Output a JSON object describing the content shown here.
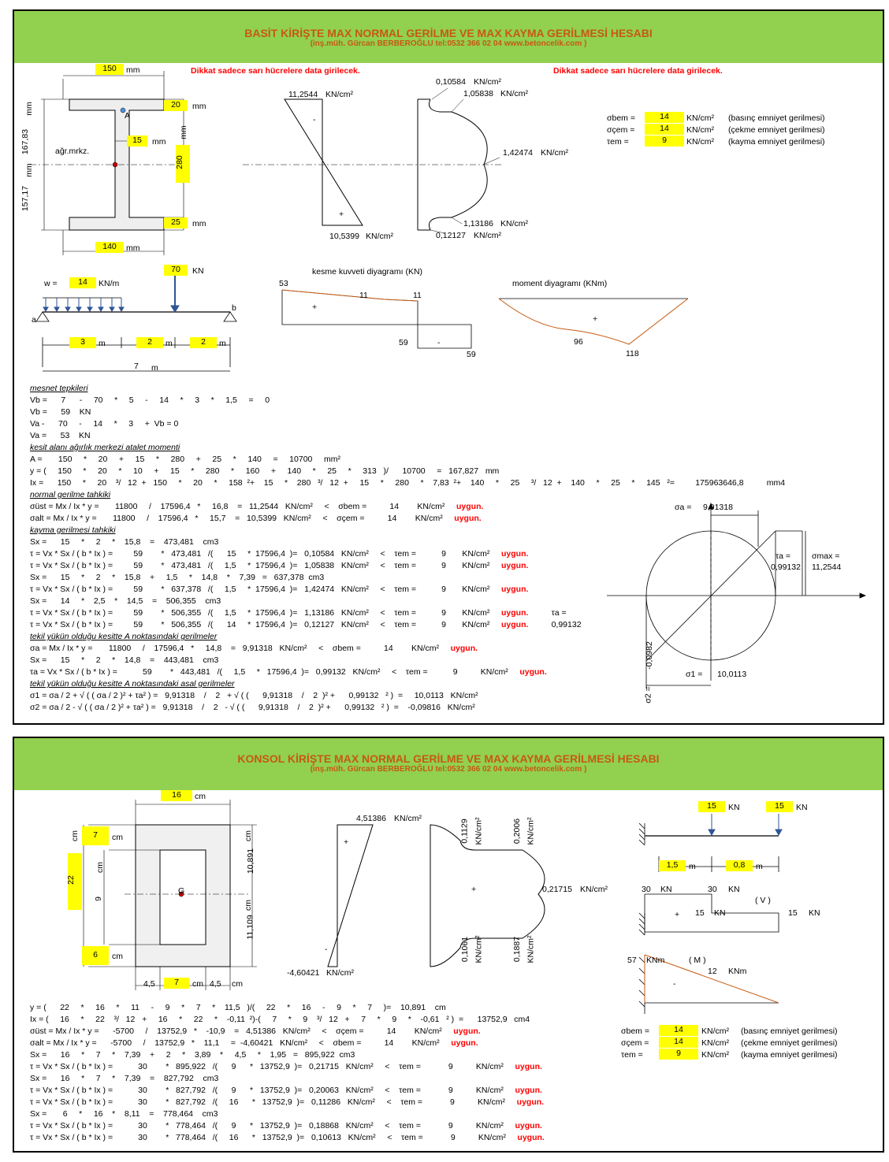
{
  "p1": {
    "title": "BASİT KİRİŞTE MAX NORMAL GERİLME VE MAX KAYMA GERİLMESİ HESABI",
    "subtitle": "(inş.müh. Gürcan BERBEROĞLU tel:0532 366 02 04    www.betoncelik.com )",
    "warning_left": "Dikkat sadece sarı hücrelere data girilecek.",
    "warning_right": "Dikkat sadece sarı hücrelere data girilecek.",
    "sec": {
      "top_w": "150",
      "mm1": "mm",
      "top_t": "20",
      "mm2": "mm",
      "web_t": "15",
      "mm3": "mm",
      "h": "280",
      "mm4": "mm",
      "bot_t": "25",
      "mm5": "mm",
      "bot_w": "140",
      "mm6": "mm",
      "y_top": "167,83",
      "y_bot": "157,17",
      "mmv1": "mm",
      "mmv2": "mm",
      "agr": "ağr.mrkz.",
      "A": "A"
    },
    "sig": {
      "top": "11,2544",
      "u1": "KN/cm²",
      "bot": "10,5399",
      "u2": "KN/cm²",
      "minus": "-",
      "plus": "+"
    },
    "tau": {
      "t1": "0,10584",
      "u1": "KN/cm²",
      "t2": "1,05838",
      "u2": "KN/cm²",
      "t3": "1,42474",
      "u3": "KN/cm²",
      "t4": "1,13186",
      "u4": "KN/cm²",
      "t5": "0,12127",
      "u5": "KN/cm²"
    },
    "allow": {
      "l1": "σbem =",
      "v1": "14",
      "u1": "KN/cm²",
      "d1": "(basınç emniyet gerilmesi)",
      "l2": "σçem =",
      "v2": "14",
      "u2": "KN/cm²",
      "d2": "(çekme emniyet gerilmesi)",
      "l3": "τem =",
      "v3": "9",
      "u3": "KN/cm²",
      "d3": "(kayma emniyet gerilmesi)"
    },
    "beam": {
      "w_l": "w =",
      "w": "14",
      "w_u": "KN/m",
      "P": "70",
      "P_u": "KN",
      "a": "a",
      "b": "b",
      "d1": "3",
      "d2": "2",
      "d3": "2",
      "m": "m",
      "L": "7"
    },
    "shear": {
      "title": "kesme kuvveti diyagramı (KN)",
      "v1": "53",
      "v2": "11",
      "v3": "11",
      "v4": "59",
      "v5": "59",
      "plus": "+",
      "minus": "-"
    },
    "moment": {
      "title": "moment diyagramı (KNm)",
      "v1": "96",
      "v2": "118",
      "plus": "+"
    },
    "calc": [
      {
        "t": "mesnet tepkileri",
        "h": 1
      },
      {
        "t": "Vb =      7      -     70     *     5     -     14     *     3     *     1,5     =     0"
      },
      {
        "t": "Vb =      59    KN"
      },
      {
        "t": "Va -      70     -     14     *     3     +  Vb = 0"
      },
      {
        "t": "Va =      53    KN"
      },
      {
        "t": "kesit alanı ağırlık merkezi atalet momenti",
        "h": 1
      },
      {
        "t": "A =       150     *     20     +     15     *     280     +     25     *     140     =     10700     mm²"
      },
      {
        "t": "y = (     150     *     20     *     10     +     15     *     280     *     160     +     140     *     25     *     313   )/      10700     =   167,827   mm"
      },
      {
        "t": "Ix =      150     *     20    ³/   12  +   150     *     20     *     158  ²+    15     *    280   ³/   12  +     15     *     280     *    7,83  ²+    140     *     25     ³/   12  +    140     *     25     *     145   ²=         175963646,8          mm4"
      },
      {
        "t": "normal gerilme tahkiki",
        "h": 1
      },
      {
        "t": "σüst = Mx / Ix * y =       11800     /    17596,4   *     16,8    =   11,2544   KN/cm²     <    σbem =          14        KN/cm²",
        "ok": "uygun."
      },
      {
        "t": "σalt = Mx / Ix * y =       11800     /    17596,4   *     15,7    =   10,5399   KN/cm²     <    σçem =          14        KN/cm²",
        "ok": "uygun."
      },
      {
        "t": "kayma gerilmesi tahkiki",
        "h": 1
      },
      {
        "t": "Sx =      15     *     2     *    15,8    =    473,481    cm3"
      },
      {
        "t": "τ = Vx * Sx / ( b * Ix ) =         59        *   473,481   /(      15     *  17596,4  )=   0,10584   KN/cm²     <    τem =           9       KN/cm²",
        "ok": "uygun."
      },
      {
        "t": "τ = Vx * Sx / ( b * Ix ) =         59        *   473,481   /(     1,5     *  17596,4  )=   1,05838   KN/cm²     <    τem =           9       KN/cm²",
        "ok": "uygun."
      },
      {
        "t": "Sx =      15     *     2     *    15,8    +     1,5     *    14,8    *    7,39   =   637,378  cm3"
      },
      {
        "t": "τ = Vx * Sx / ( b * Ix ) =         59        *   637,378   /(     1,5     *  17596,4  )=   1,42474   KN/cm²     <    τem =           9       KN/cm²",
        "ok": "uygun."
      },
      {
        "t": "Sx =      14     *    2,5    *    14,5    =    506,355    cm3"
      },
      {
        "t": "τ = Vx * Sx / ( b * Ix ) =         59        *   506,355   /(     1,5     *  17596,4  )=   1,13186   KN/cm²     <    τem =           9       KN/cm²",
        "ok": "uygun.",
        "extra": "τa ="
      },
      {
        "t": "τ = Vx * Sx / ( b * Ix ) =         59        *   506,355   /(      14     *  17596,4  )=   0,12127   KN/cm²     <    τem =           9       KN/cm²",
        "ok": "uygun.",
        "extra": "0,99132"
      },
      {
        "t": "tekil yükün olduğu kesitte A noktasındaki gerilmeler",
        "h": 1
      },
      {
        "t": "σa = Mx / Ix * y =       11800     /    17596,4   *     14,8    =   9,91318   KN/cm²     <    σbem =          14        KN/cm²",
        "ok": "uygun."
      },
      {
        "t": "Sx =      15     *     2     *    14,8    =    443,481    cm3"
      },
      {
        "t": "τa = Vx * Sx / ( b * Ix ) =           59        *   443,481   /(     1,5     *   17596,4  )=   0,99132   KN/cm²     <    τem =           9          KN/cm²",
        "ok": "uygun."
      },
      {
        "t": "tekil yükün olduğu kesitte A noktasındaki asal gerilmeler",
        "h": 1
      },
      {
        "t": "σ1 = σa / 2 + √ ( ( σa / 2 )² + τa² ) =   9,91318    /    2   + √ ( (      9,91318    /    2  )² +      0,99132   ² )  =     10,0113   KN/cm²"
      },
      {
        "t": "σ2 = σa / 2 - √ ( ( σa / 2 )² + τa² ) =   9,91318    /    2   - √ ( (      9,91318    /    2  )² +      0,99132   ² )  =    -0,09816   KN/cm²"
      }
    ],
    "mohr": {
      "sa_l": "σa =",
      "sa": "9,91318",
      "ta_l": "τa =",
      "ta": "0,99132",
      "smax_l": "σmax =",
      "smax": "11,2544",
      "s1_l": "σ1 =",
      "s1": "10,0113",
      "s2_l": "σ2 =",
      "s2": "-0,0982"
    }
  },
  "p2": {
    "title": "KONSOL KİRİŞTE MAX NORMAL GERİLME VE MAX KAYMA GERİLMESİ HESABI",
    "subtitle": "(inş.müh. Gürcan BERBEROĞLU tel:0532 366 02 04    www.betoncelik.com )",
    "sec": {
      "w": "16",
      "cm": "cm",
      "t_top": "7",
      "h": "22",
      "hi": "9",
      "t_bot": "6",
      "y_top": "10,891",
      "y_bot": "11,109",
      "bl": "4,5",
      "bm": "7",
      "br": "4,5",
      "G": "G"
    },
    "sig": {
      "top": "4,51386",
      "u1": "KN/cm²",
      "bot": "-4,60421",
      "u2": "KN/cm²",
      "plus": "+",
      "minus": "-"
    },
    "tau": {
      "a": "0,1129",
      "b": "0,2006",
      "c": "0,21715",
      "cu": "KN/cm²",
      "d": "0,1061",
      "e": "0,1887",
      "u": "KN/cm²",
      "plus": "+"
    },
    "beam": {
      "P1": "15",
      "P2": "15",
      "kn": "KN",
      "d1": "1,5",
      "d2": "0,8",
      "m": "m"
    },
    "shear": {
      "v1": "30",
      "v2": "30",
      "v3": "15",
      "v4": "15",
      "kn": "KN",
      "label": "( V )",
      "plus": "+"
    },
    "moment": {
      "v1": "57",
      "v2": "12",
      "knm": "KNm",
      "label": "( M )",
      "minus": "-"
    },
    "allow": {
      "l1": "σbem =",
      "v1": "14",
      "u1": "KN/cm²",
      "d1": "(basınç emniyet gerilmesi)",
      "l2": "σçem =",
      "v2": "14",
      "u2": "KN/cm²",
      "d2": "(çekme emniyet gerilmesi)",
      "l3": "τem =",
      "v3": "9",
      "u3": "KN/cm²",
      "d3": "(kayma emniyet gerilmesi)"
    },
    "calc": [
      {
        "t": "y = (      22     *     16     *     11     -     9     *     7     *    11,5   )/(     22     *     16     -     9     *     7     )=    10,891    cm"
      },
      {
        "t": "Ix = (     16     *     22    ³/   12   +     16     *     22     *    -0,11  ²)-(     7     *     9    ³/   12   +     7     *     9     *    -0,61   ² )  =      13752,9   cm4"
      },
      {
        "t": "σüst = Mx / Ix * y =      -5700     /    13752,9   *    -10,9    =   4,51386   KN/cm²     <    σçem =          14        KN/cm²",
        "ok": "uygun."
      },
      {
        "t": "σalt = Mx / Ix * y =      -5700     /    13752,9   *    11,1     =  -4,60421   KN/cm²     <    σbem =          14        KN/cm²",
        "ok": "uygun."
      },
      {
        "t": "Sx =      16     *     7     *    7,39    +     2     *    3,89    *     4,5     *    1,95   =   895,922  cm3"
      },
      {
        "t": "τ = Vx * Sx / ( b * Ix ) =           30        *   895,922   /(      9      *   13752,9  )=   0,21715   KN/cm²     <    τem =            9          KN/cm²",
        "ok": "uygun."
      },
      {
        "t": "Sx =      16     *     7     *    7,39    =    827,792    cm3"
      },
      {
        "t": "τ = Vx * Sx / ( b * Ix ) =           30        *   827,792   /(      9      *   13752,9  )=   0,20063   KN/cm²     <    τem =            9          KN/cm²",
        "ok": "uygun."
      },
      {
        "t": "τ = Vx * Sx / ( b * Ix ) =           30        *   827,792   /(     16      *   13752,9  )=   0,11286   KN/cm²     <    τem =            9          KN/cm²",
        "ok": "uygun."
      },
      {
        "t": "Sx =       6     *     16    *    8,11    =    778,464    cm3"
      },
      {
        "t": "τ = Vx * Sx / ( b * Ix ) =           30        *   778,464   /(      9      *   13752,9  )=   0,18868   KN/cm²     <    τem =            9          KN/cm²",
        "ok": "uygun."
      },
      {
        "t": "τ = Vx * Sx / ( b * Ix ) =           30        *   778,464   /(     16      *   13752,9  )=   0,10613   KN/cm²     <    τem =            9          KN/cm²",
        "ok": "uygun."
      }
    ]
  }
}
